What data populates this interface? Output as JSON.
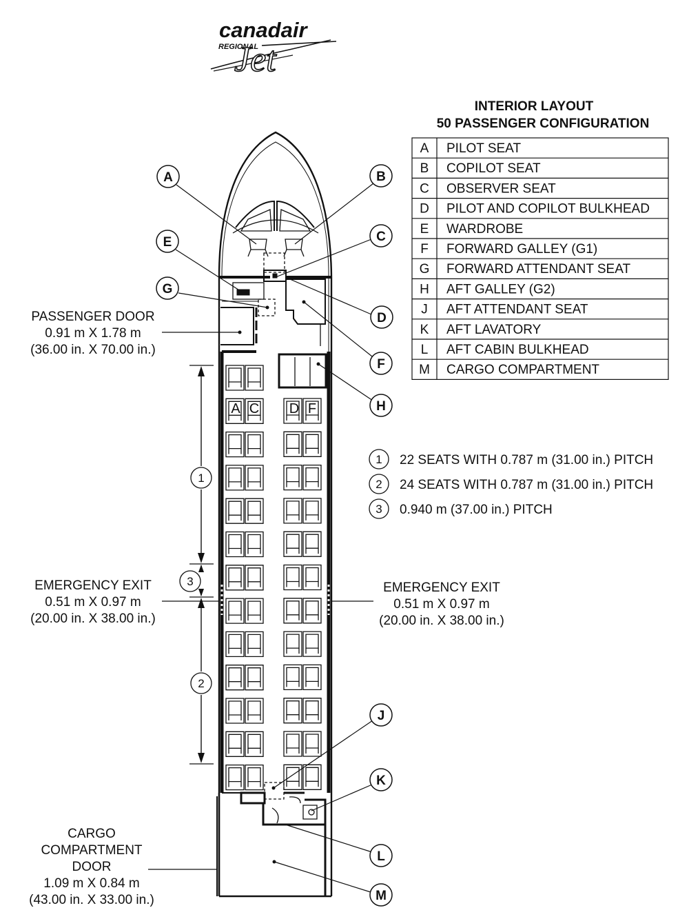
{
  "logo": {
    "brand": "canadair",
    "sub": "REGIONAL",
    "jet": "Jet"
  },
  "title": {
    "line1": "INTERIOR LAYOUT",
    "line2": "50 PASSENGER CONFIGURATION"
  },
  "legend": [
    {
      "key": "A",
      "text": "PILOT SEAT"
    },
    {
      "key": "B",
      "text": "COPILOT SEAT"
    },
    {
      "key": "C",
      "text": "OBSERVER SEAT"
    },
    {
      "key": "D",
      "text": "PILOT AND COPILOT BULKHEAD"
    },
    {
      "key": "E",
      "text": "WARDROBE"
    },
    {
      "key": "F",
      "text": "FORWARD GALLEY (G1)"
    },
    {
      "key": "G",
      "text": "FORWARD ATTENDANT SEAT"
    },
    {
      "key": "H",
      "text": "AFT GALLEY (G2)"
    },
    {
      "key": "J",
      "text": "AFT ATTENDANT SEAT"
    },
    {
      "key": "K",
      "text": "AFT LAVATORY"
    },
    {
      "key": "L",
      "text": "AFT CABIN BULKHEAD"
    },
    {
      "key": "M",
      "text": "CARGO COMPARTMENT"
    }
  ],
  "pitch_notes": [
    {
      "num": "1",
      "text": "22 SEATS WITH 0.787 m (31.00 in.) PITCH"
    },
    {
      "num": "2",
      "text": "24 SEATS WITH 0.787 m (31.00 in.) PITCH"
    },
    {
      "num": "3",
      "text": "0.940 m (37.00 in.) PITCH"
    }
  ],
  "doors": {
    "passenger": {
      "line1": "PASSENGER DOOR",
      "line2": "0.91 m X 1.78 m",
      "line3": "(36.00 in. X 70.00 in.)"
    },
    "emergency_left": {
      "line1": "EMERGENCY EXIT",
      "line2": "0.51 m X 0.97 m",
      "line3": "(20.00 in. X 38.00 in.)"
    },
    "emergency_right": {
      "line1": "EMERGENCY EXIT",
      "line2": "0.51 m X 0.97 m",
      "line3": "(20.00 in. X 38.00 in.)"
    },
    "cargo": {
      "line1": "CARGO",
      "line2": "COMPARTMENT",
      "line3": "DOOR",
      "line4": "1.09 m X 0.84 m",
      "line5": "(43.00 in. X 33.00 in.)"
    }
  },
  "seat_letters": [
    "A",
    "C",
    "D",
    "F"
  ],
  "seating": {
    "left_rows": 13,
    "right_rows": 12
  }
}
